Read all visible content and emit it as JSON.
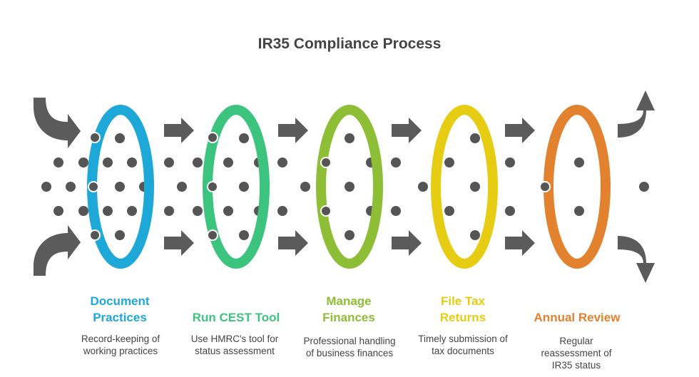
{
  "title": "IR35 Compliance Process",
  "steps": [
    {
      "name": "Document Practices",
      "description": "Record-keeping of working practices",
      "color": "#1EA8D8"
    },
    {
      "name": "Run CEST Tool",
      "description": "Use HMRC's tool for status assessment",
      "color": "#3CC47E"
    },
    {
      "name": "Manage Finances",
      "description": "Professional handling of business finances",
      "color": "#8DBE35"
    },
    {
      "name": "File Tax Returns",
      "description": "Timely submission of tax documents",
      "color": "#E6CC12"
    },
    {
      "name": "Annual Review",
      "description": "Regular reassessment of IR35 status",
      "color": "#E2812E"
    }
  ],
  "arrow_color": "#5B5B5B",
  "dot_color": "#555555"
}
